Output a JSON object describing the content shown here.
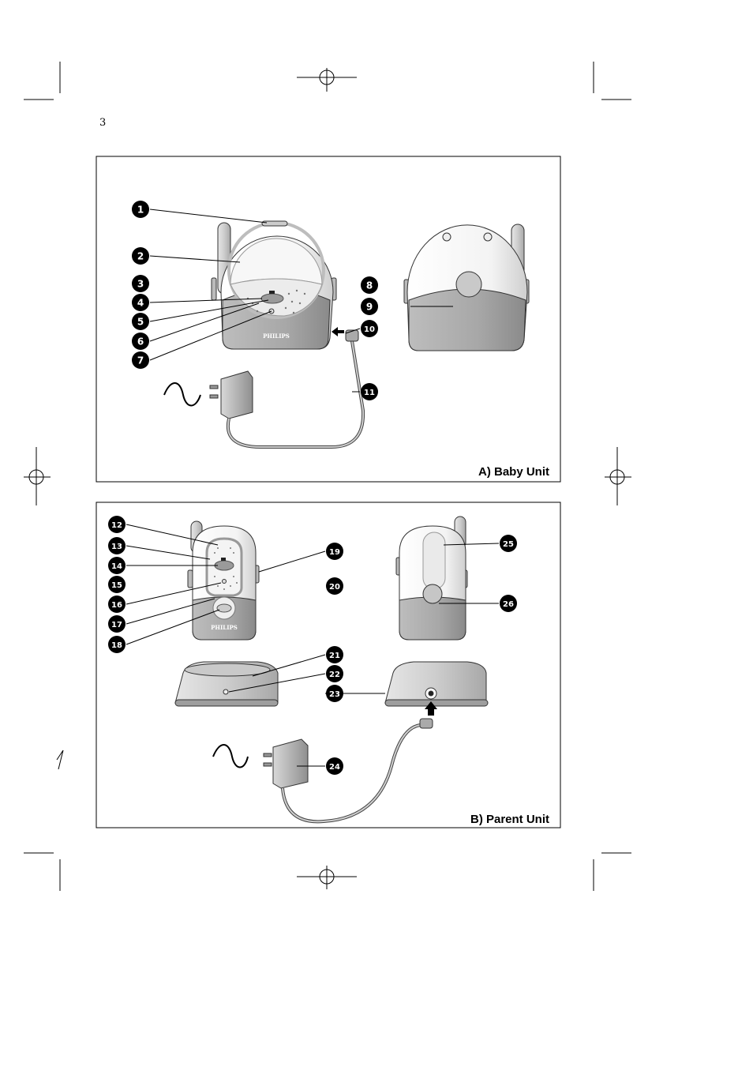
{
  "page_number": "3",
  "brand": "PHILIPS",
  "panels": {
    "baby": {
      "title": "A) Baby Unit"
    },
    "parent": {
      "title": "B) Parent Unit"
    }
  },
  "callouts": {
    "baby": [
      "1",
      "2",
      "3",
      "4",
      "5",
      "6",
      "7",
      "8",
      "9",
      "10",
      "11"
    ],
    "parent": [
      "12",
      "13",
      "14",
      "15",
      "16",
      "17",
      "18",
      "19",
      "20",
      "21",
      "22",
      "23",
      "24",
      "25",
      "26"
    ]
  },
  "colors": {
    "callout_fill": "#000000",
    "callout_text": "#ffffff",
    "unit_gray": "#a9a9a9",
    "unit_light": "#f2f2f2",
    "stroke": "#222222"
  },
  "icons": [
    "registration-crosshair-icon",
    "ac-wave-icon",
    "insert-arrow-icon",
    "power-adapter-icon"
  ]
}
